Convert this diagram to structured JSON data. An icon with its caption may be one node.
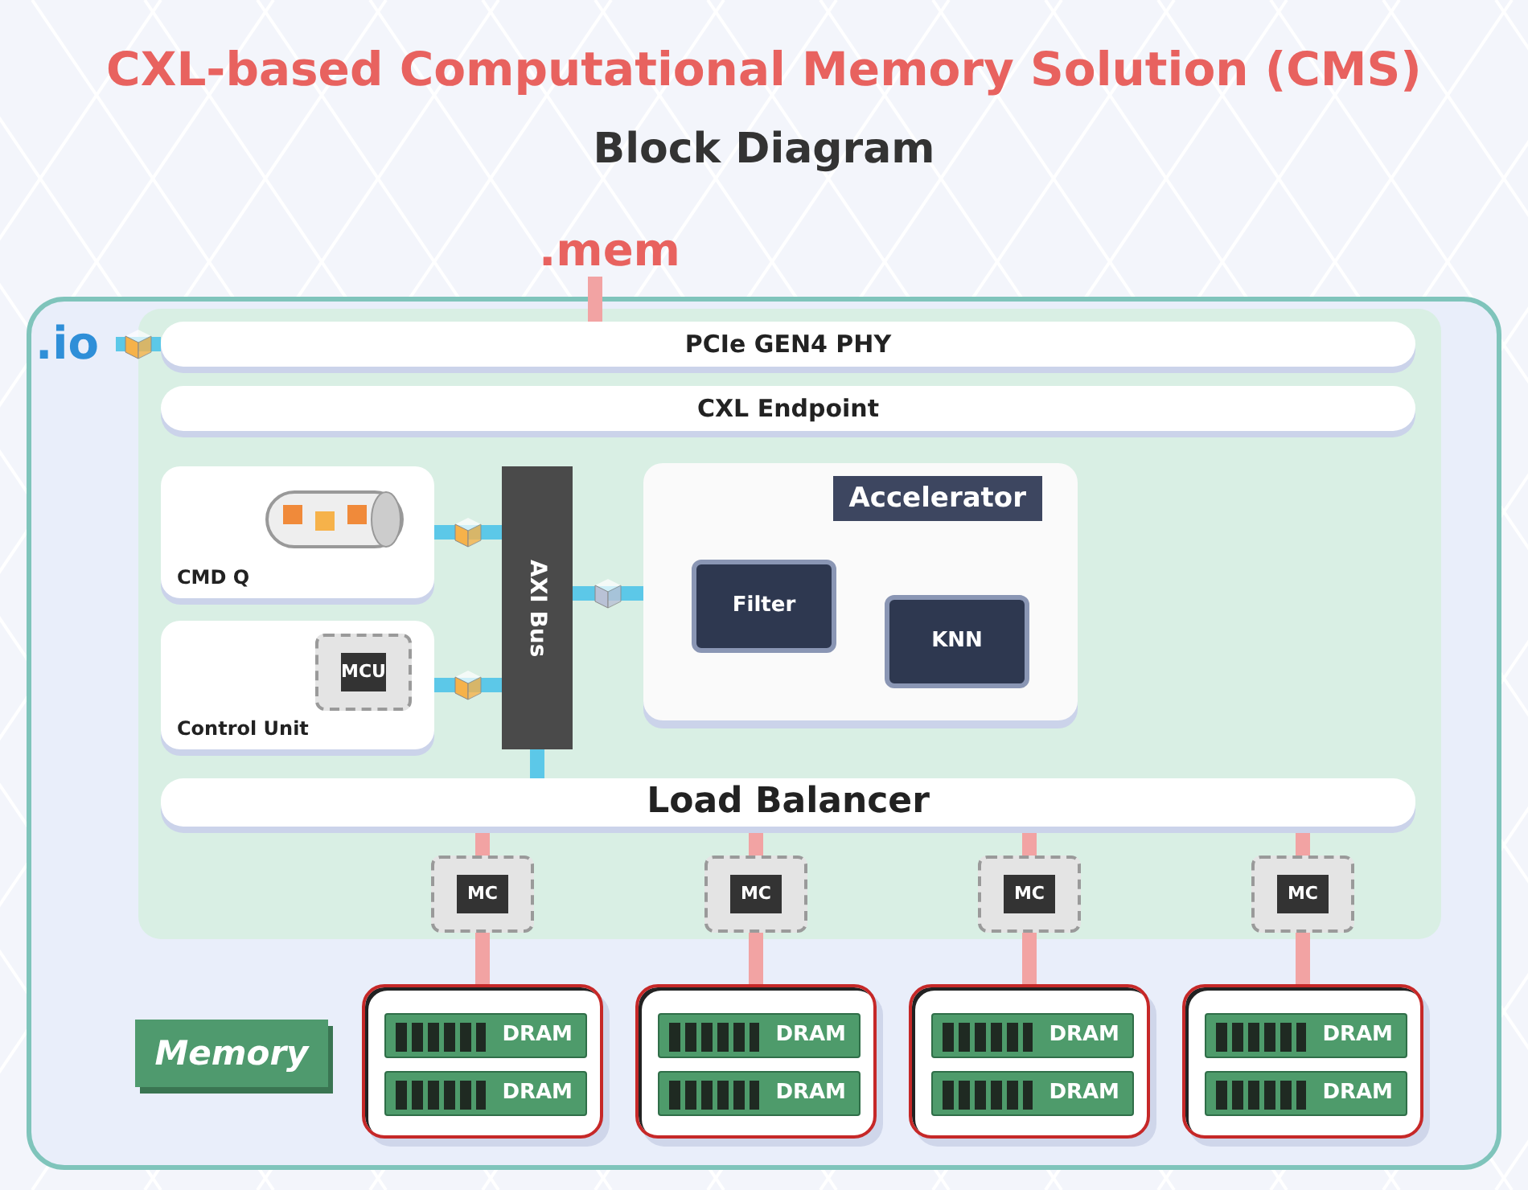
{
  "diagram": {
    "title": "CXL-based Computational Memory Solution (CMS)",
    "nodes": [
      {
        "text": [
          ".mem"
        ]
      },
      {
        "text": [
          ".io"
        ]
      },
      {
        "text": [
          "PCIe GEN4 PHY"
        ]
      },
      {
        "text": [
          "CXL Endpoint"
        ]
      },
      {
        "text": [
          "Accelerator"
        ]
      },
      {
        "text": [
          "Filter"
        ],
        "in": 4
      },
      {
        "text": [
          "KNN"
        ],
        "in": 4
      },
      {
        "text": [
          "CMD Q"
        ]
      },
      {
        "text": [
          "Control Unit"
        ]
      },
      {
        "text": [
          "MCU"
        ],
        "in": 8
      },
      {
        "text": [
          "AXI Bus"
        ]
      },
      {
        "text": [
          "Load Balancer"
        ]
      },
      {
        "text": [
          "MC"
        ]
      },
      {
        "text": [
          "MC"
        ]
      },
      {
        "text": [
          "MC"
        ]
      },
      {
        "text": [
          "MC"
        ]
      },
      {
        "text": [],
        "shape": "box"
      },
      {
        "text": [
          "DRAM"
        ],
        "in": 16
      },
      {
        "text": [
          "DRAM"
        ],
        "in": 16
      },
      {
        "text": [],
        "shape": "box"
      },
      {
        "text": [
          "DRAM"
        ],
        "in": 19
      },
      {
        "text": [
          "DRAM"
        ],
        "in": 19
      },
      {
        "text": [],
        "shape": "box"
      },
      {
        "text": [
          "DRAM"
        ],
        "in": 22
      },
      {
        "text": [
          "DRAM"
        ],
        "in": 22
      },
      {
        "text": [],
        "shape": "box"
      },
      {
        "text": [
          "DRAM"
        ],
        "in": 25
      },
      {
        "text": [
          "DRAM"
        ],
        "in": 25
      },
      {
        "text": [
          "Memory"
        ]
      }
    ],
    "edges": [
      {
        "from": 0,
        "to": 2,
        "arrow": "none"
      },
      {
        "from": 1,
        "to": 2,
        "arrow": "none",
        "color": "#5cc8e8"
      },
      {
        "from": 7,
        "to": 10,
        "arrow": "none",
        "color": "#5cc8e8"
      },
      {
        "from": 10,
        "to": 4,
        "arrow": "none",
        "color": "#5cc8e8"
      },
      {
        "from": 8,
        "to": 10,
        "arrow": "none",
        "color": "#5cc8e8"
      },
      {
        "from": 10,
        "to": 11,
        "arrow": "none",
        "color": "#5cc8e8"
      },
      {
        "from": 11,
        "to": 12,
        "arrow": "none"
      },
      {
        "from": 11,
        "to": 13,
        "arrow": "none"
      },
      {
        "from": 11,
        "to": 14,
        "arrow": "none"
      },
      {
        "from": 11,
        "to": 15,
        "arrow": "none"
      },
      {
        "from": 12,
        "to": 16,
        "arrow": "none"
      },
      {
        "from": 13,
        "to": 19,
        "arrow": "none"
      },
      {
        "from": 14,
        "to": 22,
        "arrow": "none"
      },
      {
        "from": 15,
        "to": 25,
        "arrow": "none"
      }
    ],
    "labels": [
      "Block Diagram"
    ]
  }
}
